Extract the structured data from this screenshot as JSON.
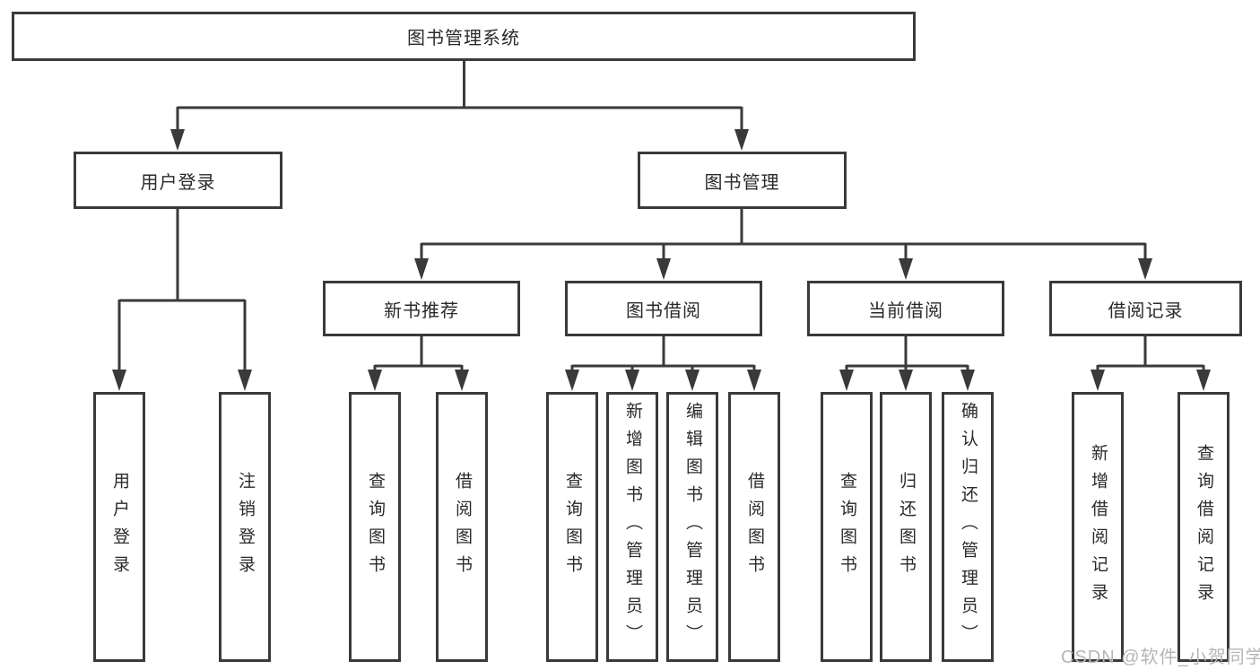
{
  "tree": {
    "root": "图书管理系统",
    "level2": {
      "user_login": "用户登录",
      "book_mgmt": "图书管理"
    },
    "level3": {
      "new_book": "新书推荐",
      "book_borrow": "图书借阅",
      "current_borrow": "当前借阅",
      "borrow_records": "借阅记录"
    },
    "leaves": {
      "user_login": [
        "用户登录",
        "注销登录"
      ],
      "new_book": [
        "查询图书",
        "借阅图书"
      ],
      "book_borrow": [
        "查询图书",
        "新增图书（管理员）",
        "编辑图书（管理员）",
        "借阅图书"
      ],
      "current_borrow": [
        "查询图书",
        "归还图书",
        "确认归还（管理员）"
      ],
      "borrow_records": [
        "新增借阅记录",
        "查询借阅记录"
      ]
    }
  },
  "colors": {
    "line": "#3a3a3a",
    "text": "#2a2a2a",
    "background": "#ffffff",
    "watermark": "#b6b6b6"
  },
  "watermark": {
    "text": "CSDN @软件_小贺同学"
  }
}
